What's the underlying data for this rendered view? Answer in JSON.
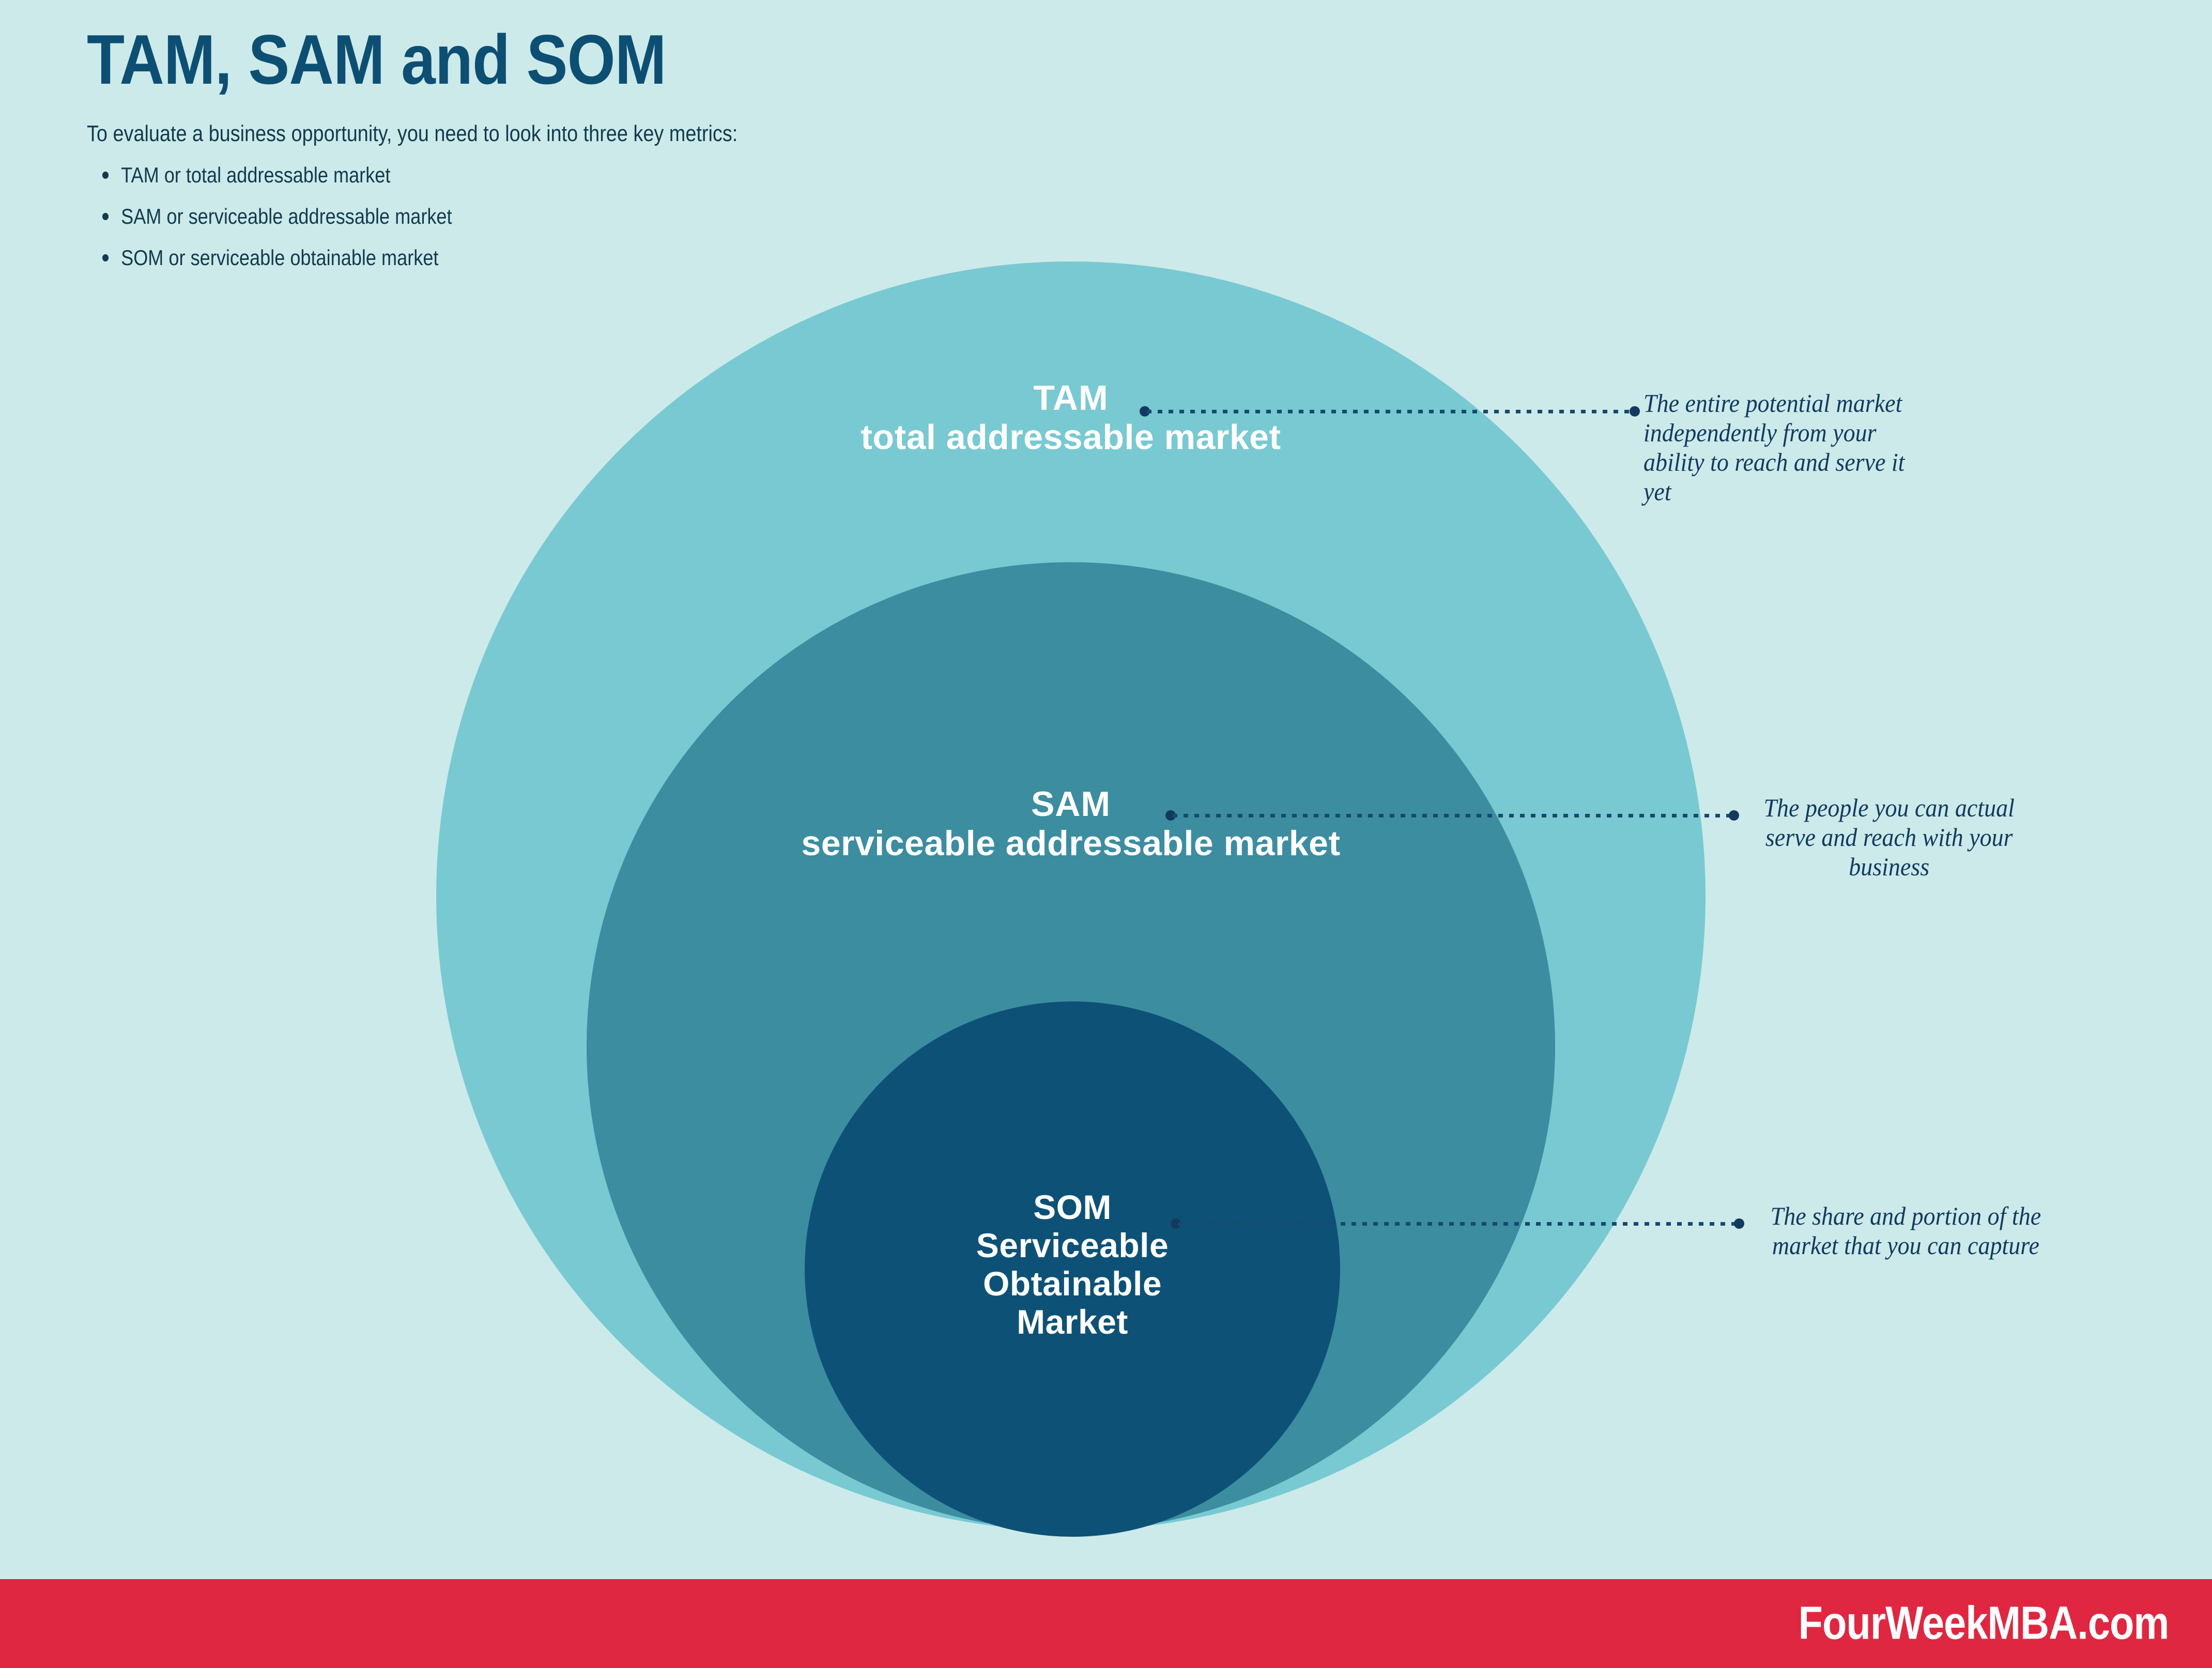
{
  "header": {
    "title": "TAM, SAM and SOM",
    "intro": "To evaluate a business opportunity, you need to look into three key metrics:",
    "bullets": [
      "TAM or total addressable market",
      "SAM or serviceable addressable market",
      "SOM or serviceable obtainable market"
    ]
  },
  "diagram": {
    "type": "concentric-circles",
    "circles": [
      {
        "id": "tam",
        "acronym": "TAM",
        "expansion": "total addressable market",
        "color": "#78c9d2",
        "annotation": "The entire potential market independently from your ability to reach and serve it yet"
      },
      {
        "id": "sam",
        "acronym": "SAM",
        "expansion": "serviceable addressable market",
        "color": "#3c8da0",
        "annotation": "The people you can actual serve and reach with your business"
      },
      {
        "id": "som",
        "acronym": "SOM",
        "expansion_line1": "Serviceable",
        "expansion_line2": "Obtainable",
        "expansion_line3": "Market",
        "color": "#0d5276",
        "annotation": "The share and portion of the market that you can capture"
      }
    ]
  },
  "footer": {
    "brand": "FourWeekMBA.com",
    "bar_color": "#e02741"
  },
  "colors": {
    "background": "#cceaea",
    "title": "#0d4f73",
    "body_text": "#123a4d",
    "connector": "#123a5e",
    "label_text": "#ffffff"
  }
}
